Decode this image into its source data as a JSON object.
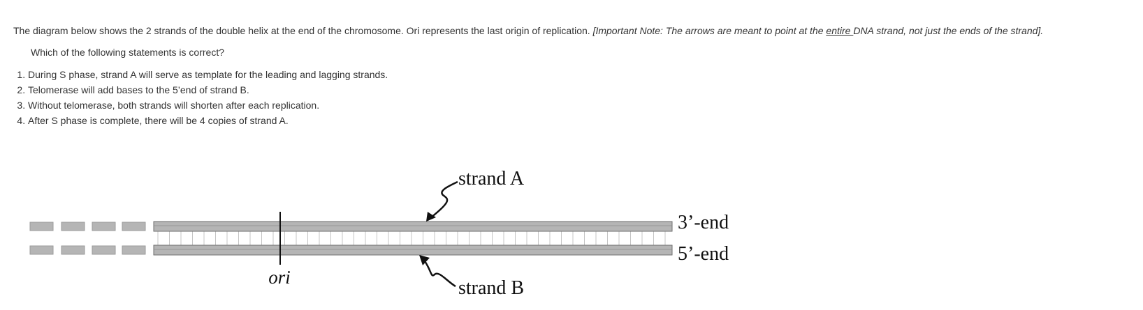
{
  "question": {
    "intro_text": "The diagram below shows the 2 strands of the double helix at the end of the chromosome.  Ori represents the last origin of replication.  ",
    "note_before": "[Important Note: The arrows are meant to point at the ",
    "note_underlined": "entire ",
    "note_after": "DNA strand, not just the ends of the strand].",
    "prompt": "Which of the following statements is correct?",
    "options": [
      "During S phase, strand A will serve as template for the leading and lagging strands.",
      "Telomerase will add bases to the 5’end of strand B.",
      "Without telomerase, both strands will shorten after each replication.",
      "After S phase is complete, there will be 4 copies of strand A."
    ]
  },
  "diagram": {
    "strand_a_label": "strand A",
    "strand_b_label": "strand B",
    "top_end_label": "3’-end",
    "bottom_end_label": "5’-end",
    "ori_label": "ori",
    "strand_color": "#b5b5b5",
    "strand_edge_color": "#6e6e6e"
  }
}
